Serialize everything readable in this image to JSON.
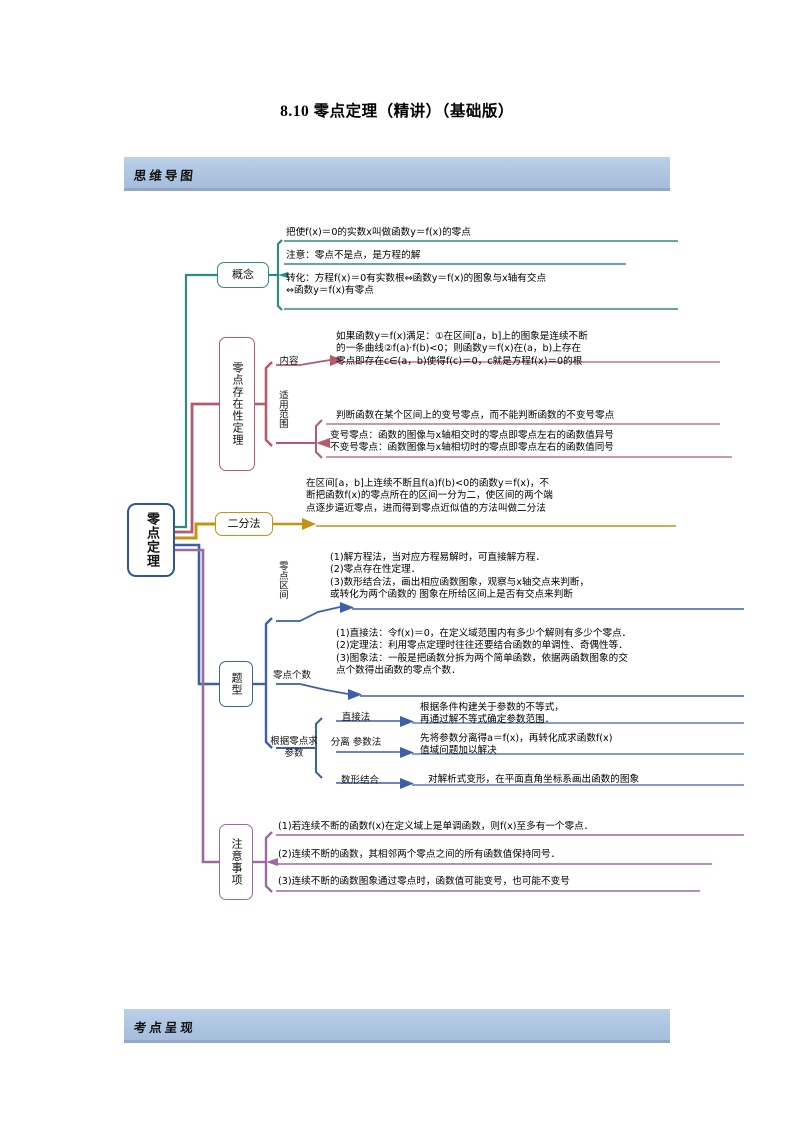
{
  "document": {
    "title": "8.10 零点定理（精讲）（基础版）"
  },
  "banners": {
    "top": "思维导图",
    "bottom": "考点呈现"
  },
  "colors": {
    "banner_bg": "#adc4e0",
    "banner_border": "#8fa9cc",
    "root": "#2f5597",
    "concept": "#2e8b82",
    "theorem": "#b55a6a",
    "bisection": "#c69214",
    "types": "#3d5fa8",
    "notes": "#9a6b9e"
  },
  "mindmap": {
    "root": "零点定理",
    "branches": [
      {
        "id": "concept",
        "label": "概念",
        "color": "#2e8b82",
        "items": [
          "把使f(x)＝0的实数x叫做函数y＝f(x)的零点",
          "注意：零点不是点，是方程的解",
          "转化：方程f(x)＝0有实数根⇔函数y＝f(x)的图象与x轴有交点\n    ⇔函数y＝f(x)有零点"
        ]
      },
      {
        "id": "theorem",
        "label": "零点存在性定理",
        "color": "#b55a6a",
        "sublabels": [
          "内容",
          "适用范围"
        ],
        "items": [
          "如果函数y＝f(x)满足：①在区间[a，b]上的图象是连续不断\n的一条曲线②f(a)·f(b)<0；则函数y＝f(x)在(a，b)上存在\n零点即存在c∈(a，b)使得f(c)＝0，c就是方程f(x)＝0的根",
          "判断函数在某个区间上的变号零点，而不能判断函数的不变号零点",
          "变号零点：函数的图像与x轴相交时的零点即零点左右的函数值异号\n不变号零点：函数图像与x轴相切时的零点即零点左右的函数值同号"
        ]
      },
      {
        "id": "bisection",
        "label": "二分法",
        "color": "#c69214",
        "items": [
          "在区间[a，b]上连续不断且f(a)f(b)<0的函数y＝f(x)，不\n断把函数f(x)的零点所在的区间一分为二，使区间的两个端\n点逐步逼近零点，进而得到零点近似值的方法叫做二分法"
        ]
      },
      {
        "id": "types",
        "label": "题型",
        "color": "#3d5fa8",
        "children": [
          {
            "label": "零点区间",
            "items": [
              "(1)解方程法，当对应方程易解时，可直接解方程．\n(2)零点存在性定理．\n(3)数形结合法，画出相应函数图象，观察与x轴交点来判断，\n    或转化为两个函数的 图象在所给区间上是否有交点来判断"
            ]
          },
          {
            "label": "零点个数",
            "items": [
              "(1)直接法：令f(x)＝0，在定义域范围内有多少个解则有多少个零点．\n(2)定理法：利用零点定理时往往还要结合函数的单调性、奇偶性等．\n(3)图象法：一般是把函数分拆为两个简单函数，依据两函数图象的交\n    点个数得出函数的零点个数．"
            ]
          },
          {
            "label": "根据零点求参数",
            "methods": [
              {
                "name": "直接法",
                "text": "根据条件构建关于参数的不等式，\n再通过解不等式确定参数范围．"
              },
              {
                "name": "分离\n参数法",
                "text": "先将参数分离得a＝f(x)，再转化成求函数f(x)\n值域问题加以解决"
              },
              {
                "name": "数形结合",
                "text": "对解析式变形，在平面直角坐标系画出函数的图象"
              }
            ]
          }
        ]
      },
      {
        "id": "notes",
        "label": "注意事项",
        "color": "#9a6b9e",
        "items": [
          "(1)若连续不断的函数f(x)在定义域上是单调函数，则f(x)至多有一个零点．",
          "(2)连续不断的函数，其相邻两个零点之间的所有函数值保持同号．",
          "(3)连续不断的函数图象通过零点时，函数值可能变号，也可能不变号"
        ]
      }
    ]
  }
}
